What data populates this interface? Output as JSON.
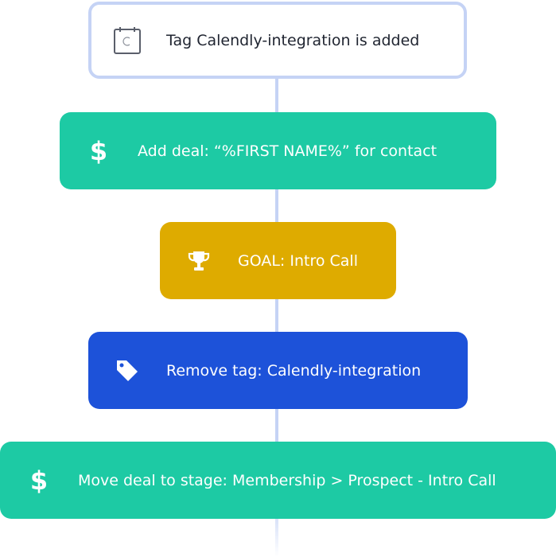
{
  "trigger": {
    "label": "Tag Calendly-integration is added",
    "icon": "calendar-icon"
  },
  "steps": [
    {
      "label": "Add deal: “%FIRST NAME%” for contact",
      "icon": "dollar-icon",
      "icon_glyph": "$",
      "color": "#1dcaa4"
    },
    {
      "label": "GOAL: Intro Call",
      "icon": "trophy-icon",
      "color": "#deab00"
    },
    {
      "label": "Remove tag: Calendly-integration",
      "icon": "tag-icon",
      "color": "#1d52d9"
    },
    {
      "label": "Move deal to stage: Membership > Prospect - Intro Call",
      "icon": "dollar-icon",
      "icon_glyph": "$",
      "color": "#1dcaa4"
    }
  ]
}
